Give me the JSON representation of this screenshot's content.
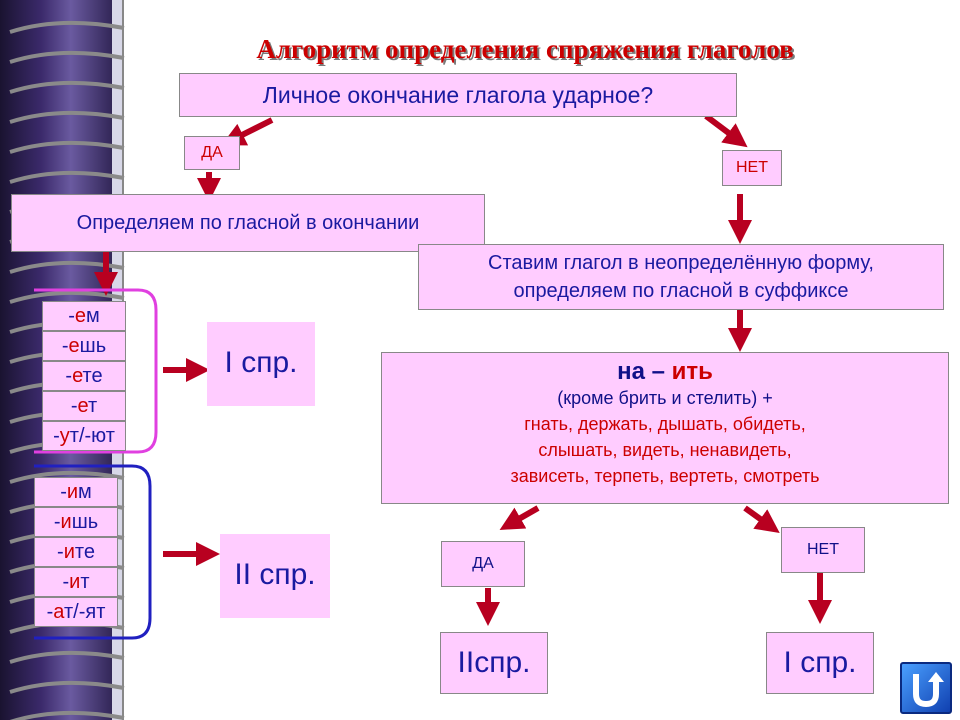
{
  "title": "Алгоритм определения спряжения глаголов",
  "question": "Личное окончание глагола ударное?",
  "yes_label": "ДА",
  "no_label": "НЕТ",
  "by_vowel": "Определяем по гласной в окончании",
  "infinitive": {
    "line1": "Ставим глагол в неопределённую форму,",
    "line2": "определяем по гласной в суффиксе"
  },
  "it_box": {
    "prefix": "на – ",
    "suffix": "ить",
    "line2": "(кроме брить и стелить) +",
    "line3": "гнать, держать, дышать, обидеть,",
    "line4": "слышать, видеть, ненавидеть,",
    "line5": "зависеть, терпеть, вертеть, смотреть"
  },
  "first_endings": [
    {
      "pre": "-",
      "vowel": "е",
      "post": "м"
    },
    {
      "pre": "-",
      "vowel": "е",
      "post": "шь"
    },
    {
      "pre": "-",
      "vowel": "е",
      "post": "те"
    },
    {
      "pre": "-",
      "vowel": "е",
      "post": "т"
    },
    {
      "pre": "-",
      "vowel": "у",
      "post": "т/-ют"
    }
  ],
  "second_endings": [
    {
      "pre": "-",
      "vowel": "и",
      "post": "м"
    },
    {
      "pre": "-",
      "vowel": "и",
      "post": "шь"
    },
    {
      "pre": "-",
      "vowel": "и",
      "post": "те"
    },
    {
      "pre": "-",
      "vowel": "и",
      "post": "т"
    },
    {
      "pre": "-",
      "vowel": "а",
      "post": "т/-ят"
    }
  ],
  "conj1_label": "I спр.",
  "conj2_label": "II спр.",
  "result_yes": "IIспр.",
  "result_no": "I спр.",
  "nav_icon": "u-turn-return-icon",
  "colors": {
    "box_fill": "#ffccff",
    "arrow": "#b80020",
    "text_blue": "#1a1aa0",
    "accent_red": "#cc0000",
    "bracket_pink": "#e040e0",
    "bracket_blue": "#2020c0"
  }
}
